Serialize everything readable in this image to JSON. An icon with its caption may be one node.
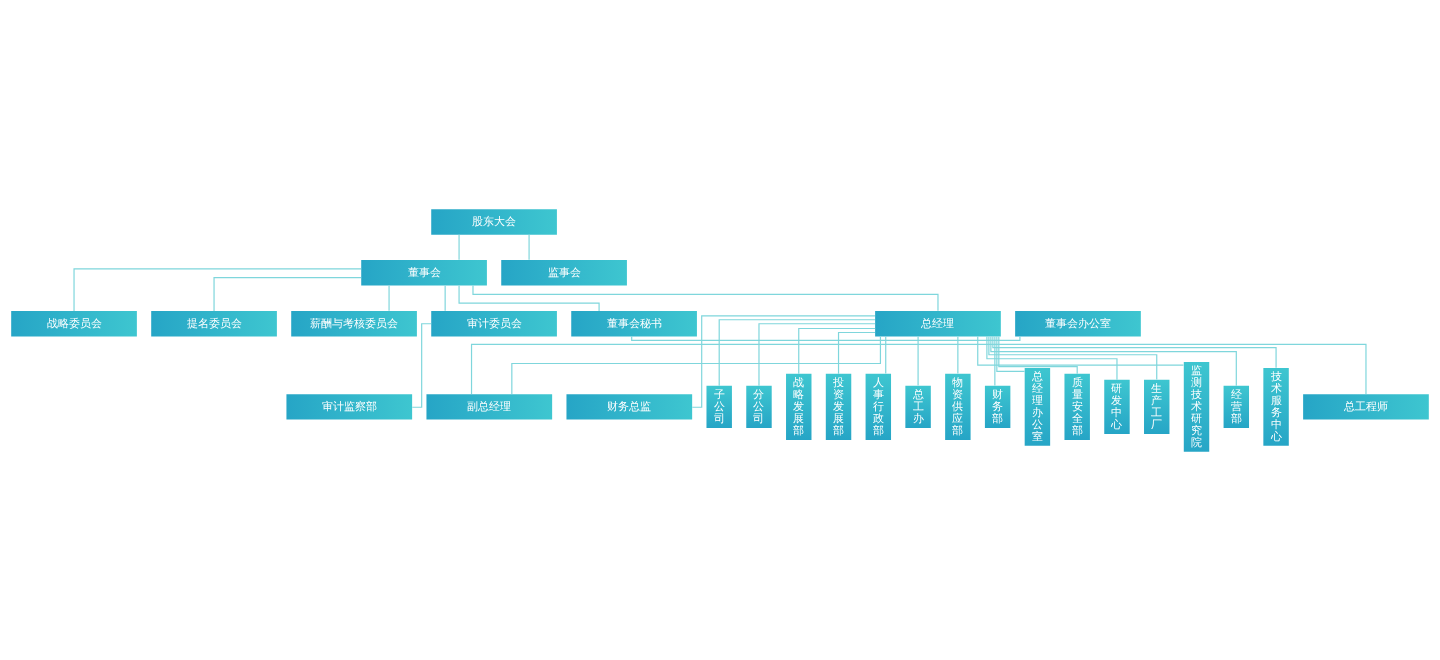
{
  "diagram": {
    "nodes": [
      {
        "text": [
          "股东大会"
        ]
      },
      {
        "text": [
          "董事会"
        ]
      },
      {
        "text": [
          "监事会"
        ]
      },
      {
        "text": [
          "战略委员会"
        ]
      },
      {
        "text": [
          "提名委员会"
        ]
      },
      {
        "text": [
          "薪酬与考核委员会"
        ]
      },
      {
        "text": [
          "审计委员会"
        ]
      },
      {
        "text": [
          "审计监察部"
        ]
      },
      {
        "text": [
          "董事会秘书"
        ]
      },
      {
        "text": [
          "董事会办公室"
        ]
      },
      {
        "text": [
          "总经理"
        ]
      },
      {
        "text": [
          "总工程师"
        ]
      },
      {
        "text": [
          "副总经理"
        ]
      },
      {
        "text": [
          "财务总监"
        ]
      },
      {
        "text": [
          "子公司"
        ]
      },
      {
        "text": [
          "分公司"
        ]
      },
      {
        "text": [
          "战略发展部"
        ]
      },
      {
        "text": [
          "投资发展部"
        ]
      },
      {
        "text": [
          "人事行政部"
        ]
      },
      {
        "text": [
          "总工办"
        ]
      },
      {
        "text": [
          "物资供应部"
        ]
      },
      {
        "text": [
          "财务部"
        ]
      },
      {
        "text": [
          "总经理办公室"
        ]
      },
      {
        "text": [
          "质量安全部"
        ]
      },
      {
        "text": [
          "研发中心"
        ]
      },
      {
        "text": [
          "生产工厂"
        ]
      },
      {
        "text": [
          "监测技术研究院"
        ]
      },
      {
        "text": [
          "经营部"
        ]
      },
      {
        "text": [
          "技术服务中心"
        ]
      }
    ],
    "edges": [
      {
        "from": 0,
        "to": 1,
        "arrow": "none"
      },
      {
        "from": 0,
        "to": 2,
        "arrow": "none"
      },
      {
        "from": 1,
        "to": 3,
        "arrow": "none"
      },
      {
        "from": 1,
        "to": 4,
        "arrow": "none"
      },
      {
        "from": 1,
        "to": 5,
        "arrow": "none"
      },
      {
        "from": 1,
        "to": 6,
        "arrow": "none"
      },
      {
        "from": 6,
        "to": 7,
        "arrow": "none"
      },
      {
        "from": 1,
        "to": 8,
        "arrow": "none"
      },
      {
        "from": 8,
        "to": 9,
        "arrow": "none"
      },
      {
        "from": 1,
        "to": 10,
        "arrow": "none"
      },
      {
        "from": 10,
        "to": 14,
        "arrow": "none"
      },
      {
        "from": 10,
        "to": 15,
        "arrow": "none"
      },
      {
        "from": 12,
        "to": 11,
        "arrow": "none"
      },
      {
        "from": 10,
        "to": 12,
        "arrow": "none"
      },
      {
        "from": 10,
        "to": 13,
        "arrow": "none"
      },
      {
        "from": 10,
        "to": 16,
        "arrow": "none"
      },
      {
        "from": 10,
        "to": 17,
        "arrow": "none"
      },
      {
        "from": 10,
        "to": 18,
        "arrow": "none"
      },
      {
        "from": 10,
        "to": 19,
        "arrow": "none"
      },
      {
        "from": 10,
        "to": 20,
        "arrow": "none"
      },
      {
        "from": 10,
        "to": 21,
        "arrow": "none"
      },
      {
        "from": 10,
        "to": 22,
        "arrow": "none"
      },
      {
        "from": 10,
        "to": 23,
        "arrow": "none"
      },
      {
        "from": 10,
        "to": 24,
        "arrow": "none"
      },
      {
        "from": 10,
        "to": 25,
        "arrow": "none"
      },
      {
        "from": 10,
        "to": 26,
        "arrow": "none"
      },
      {
        "from": 10,
        "to": 27,
        "arrow": "none"
      },
      {
        "from": 10,
        "to": 28,
        "arrow": "none"
      }
    ]
  }
}
